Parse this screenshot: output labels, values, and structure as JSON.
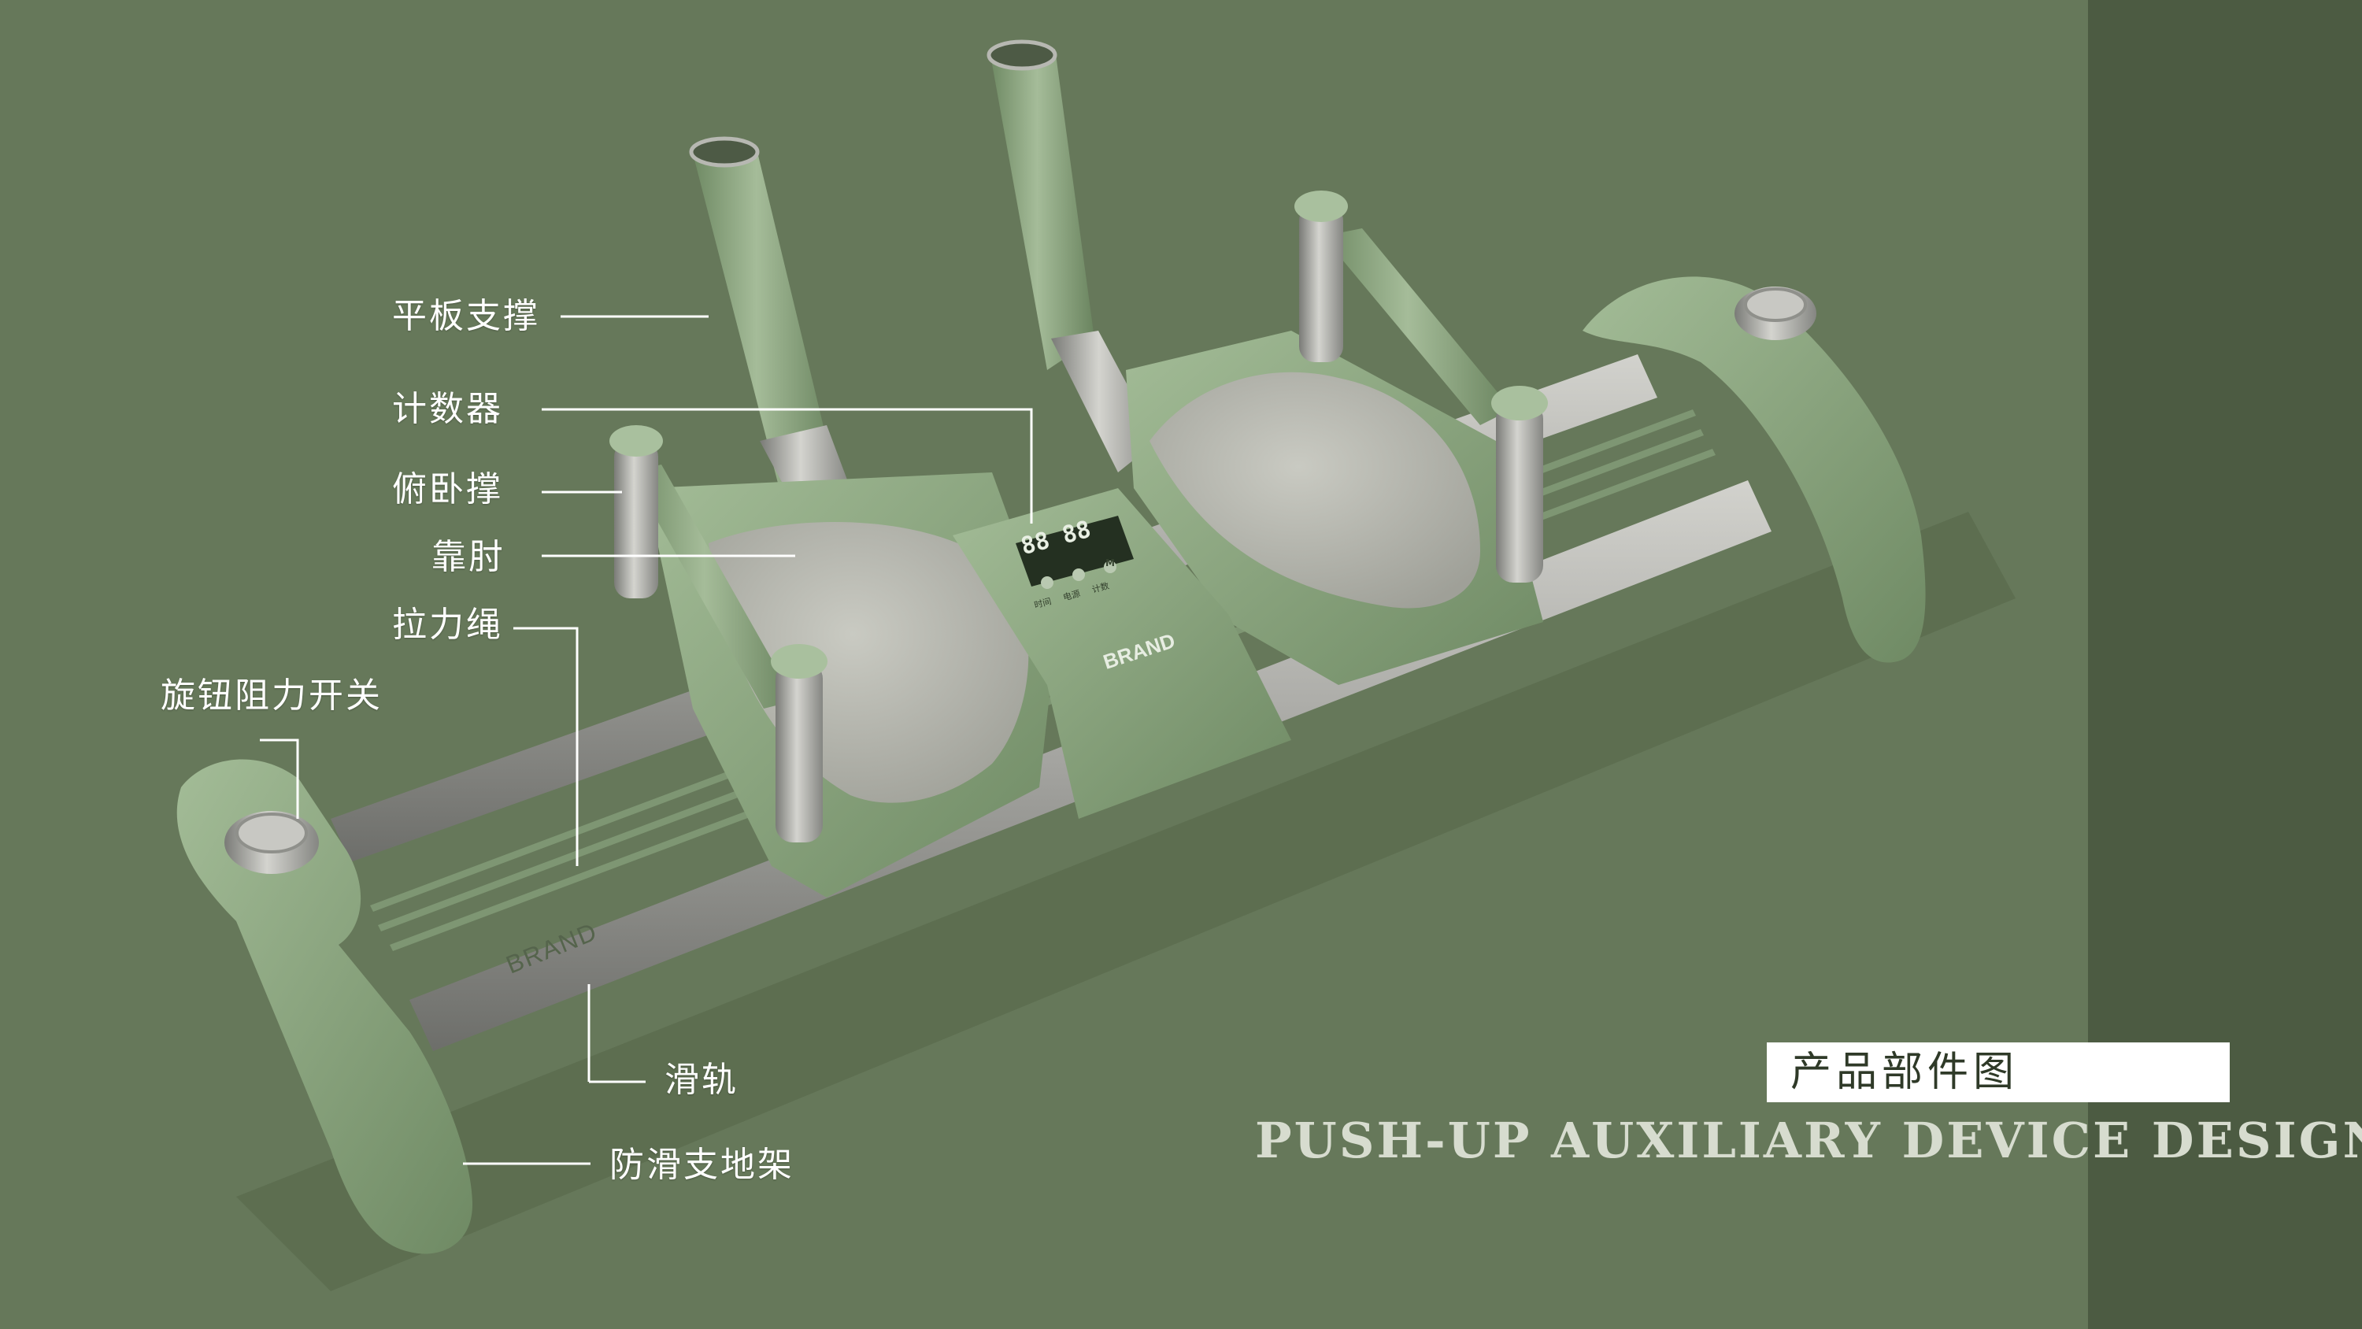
{
  "labels": {
    "tablet_support": "平板支撑",
    "counter": "计数器",
    "pushup": "俯卧撑",
    "elbow_rest": "靠肘",
    "resistance_rope": "拉力绳",
    "knob_switch": "旋钮阻力开关",
    "slide_rail": "滑轨",
    "antislip_stand": "防滑支地架"
  },
  "title": "产品部件图",
  "subtitle": "PUSH-UP AUXILIARY DEVICE DESIGN",
  "product": {
    "brand": "BRAND",
    "counter_display": "88 88",
    "counter_buttons": [
      "时间",
      "电源",
      "计数"
    ],
    "button_m": "M"
  },
  "colors": {
    "background": "#66785a",
    "side_panel": "#4c5b42",
    "device_green": "#8aa57f",
    "pad_gray": "#b4b5ad",
    "metal": "#a3a39f"
  }
}
